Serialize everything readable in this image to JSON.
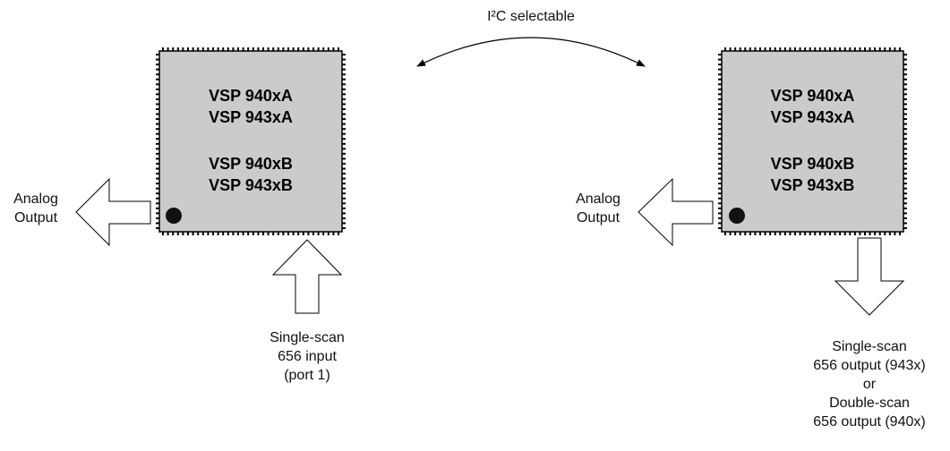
{
  "diagram": {
    "link_label": "I²C selectable",
    "left_chip": {
      "lines": [
        "VSP 940xA",
        "VSP 943xA",
        "VSP 940xB",
        "VSP 943xB"
      ],
      "analog_label": [
        "Analog",
        "Output"
      ],
      "input_label": [
        "Single-scan",
        "656 input",
        "(port 1)"
      ]
    },
    "right_chip": {
      "lines": [
        "VSP 940xA",
        "VSP 943xA",
        "VSP 940xB",
        "VSP 943xB"
      ],
      "analog_label": [
        "Analog",
        "Output"
      ],
      "output_label": [
        "Single-scan",
        "656 output (943x)",
        "or",
        "Double-scan",
        "656 output (940x)"
      ]
    }
  }
}
